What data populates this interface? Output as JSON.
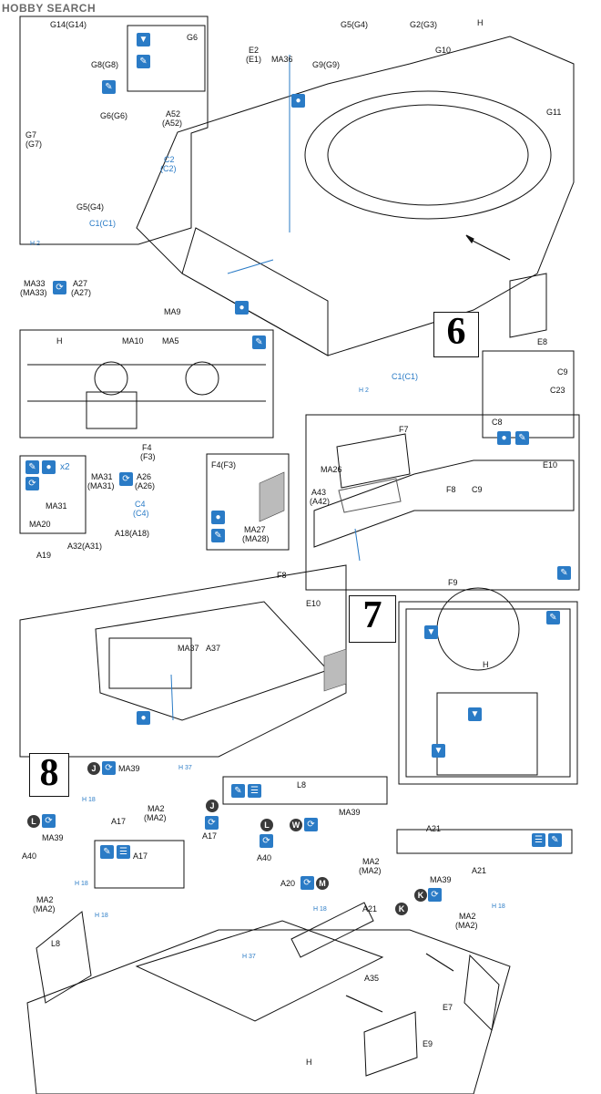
{
  "watermark": "HOBBY SEARCH",
  "steps": [
    "6",
    "7",
    "8"
  ],
  "labels": {
    "g14": "G14(G14)",
    "g8": "G8(G8)",
    "g6a": "G6(G6)",
    "g7": "G7",
    "g7b": "(G7)",
    "g5a": "G5(G4)",
    "c1a": "C1(C1)",
    "g6": "G6",
    "e2": "E2",
    "e1": "(E1)",
    "ma36": "MA36",
    "g5b": "G5(G4)",
    "g9": "G9(G9)",
    "g2": "G2(G3)",
    "h1": "H",
    "g10": "G10",
    "g11": "G11",
    "a52": "A52",
    "a52b": "(A52)",
    "c2": "C2",
    "c2b": "(C2)",
    "ma33": "MA33",
    "ma33b": "(MA33)",
    "a27": "A27",
    "a27b": "(A27)",
    "ma9": "MA9",
    "e8": "E8",
    "h2": "H",
    "ma10": "MA10",
    "ma5": "MA5",
    "c1b": "C1(C1)",
    "c9a": "C9",
    "c23": "C23",
    "c8": "C8",
    "f7": "F7",
    "e10a": "E10",
    "ma26": "MA26",
    "a43": "A43",
    "a42": "(A42)",
    "f8a": "F8",
    "c9b": "C9",
    "f9": "F9",
    "f4": "F4",
    "f3": "(F3)",
    "f4b": "F4(F3)",
    "ma31": "MA31",
    "ma31b": "(MA31)",
    "a26": "A26",
    "a26b": "(A26)",
    "c4": "C4",
    "c4b": "(C4)",
    "ma31c": "MA31",
    "ma20": "MA20",
    "ma27": "MA27",
    "ma28": "(MA28)",
    "a18": "A18(A18)",
    "a19": "A19",
    "a32": "A32(A31)",
    "f8b": "F8",
    "e10b": "E10",
    "ma37": "MA37",
    "a37": "A37",
    "h3": "H",
    "ma39a": "MA39",
    "ma2a": "MA2",
    "ma2ab": "(MA2)",
    "a17a": "A17",
    "ma39b": "MA39",
    "a40a": "A40",
    "ma2b": "MA2",
    "ma2bb": "(MA2)",
    "l8a": "L8",
    "a17b": "A17",
    "a17c": "A17",
    "a40b": "A40",
    "a20": "A20",
    "l8b": "L8",
    "ma39c": "MA39",
    "ma2c": "MA2",
    "ma2cb": "(MA2)",
    "a21a": "A21",
    "a21b": "A21",
    "ma39d": "MA39",
    "a21c": "A21",
    "ma2d": "MA2",
    "ma2db": "(MA2)",
    "a35": "A35",
    "e7": "E7",
    "e9": "E9",
    "h4": "H"
  },
  "badges": {
    "x2": "x2",
    "j": "J",
    "l": "L",
    "w": "W",
    "m": "M",
    "k": "K",
    "ref1": "H 2",
    "ref2": "H 2",
    "ref3": "H 37",
    "ref4": "H 18",
    "ref5": "H 18",
    "ref6": "H 18",
    "ref7": "H 37",
    "ref8": "H 18"
  },
  "icons": [
    "cement-icon",
    "paint-icon",
    "drill-icon",
    "flip-icon"
  ],
  "colors": {
    "accent": "#2a7bc6",
    "line": "#111111"
  }
}
